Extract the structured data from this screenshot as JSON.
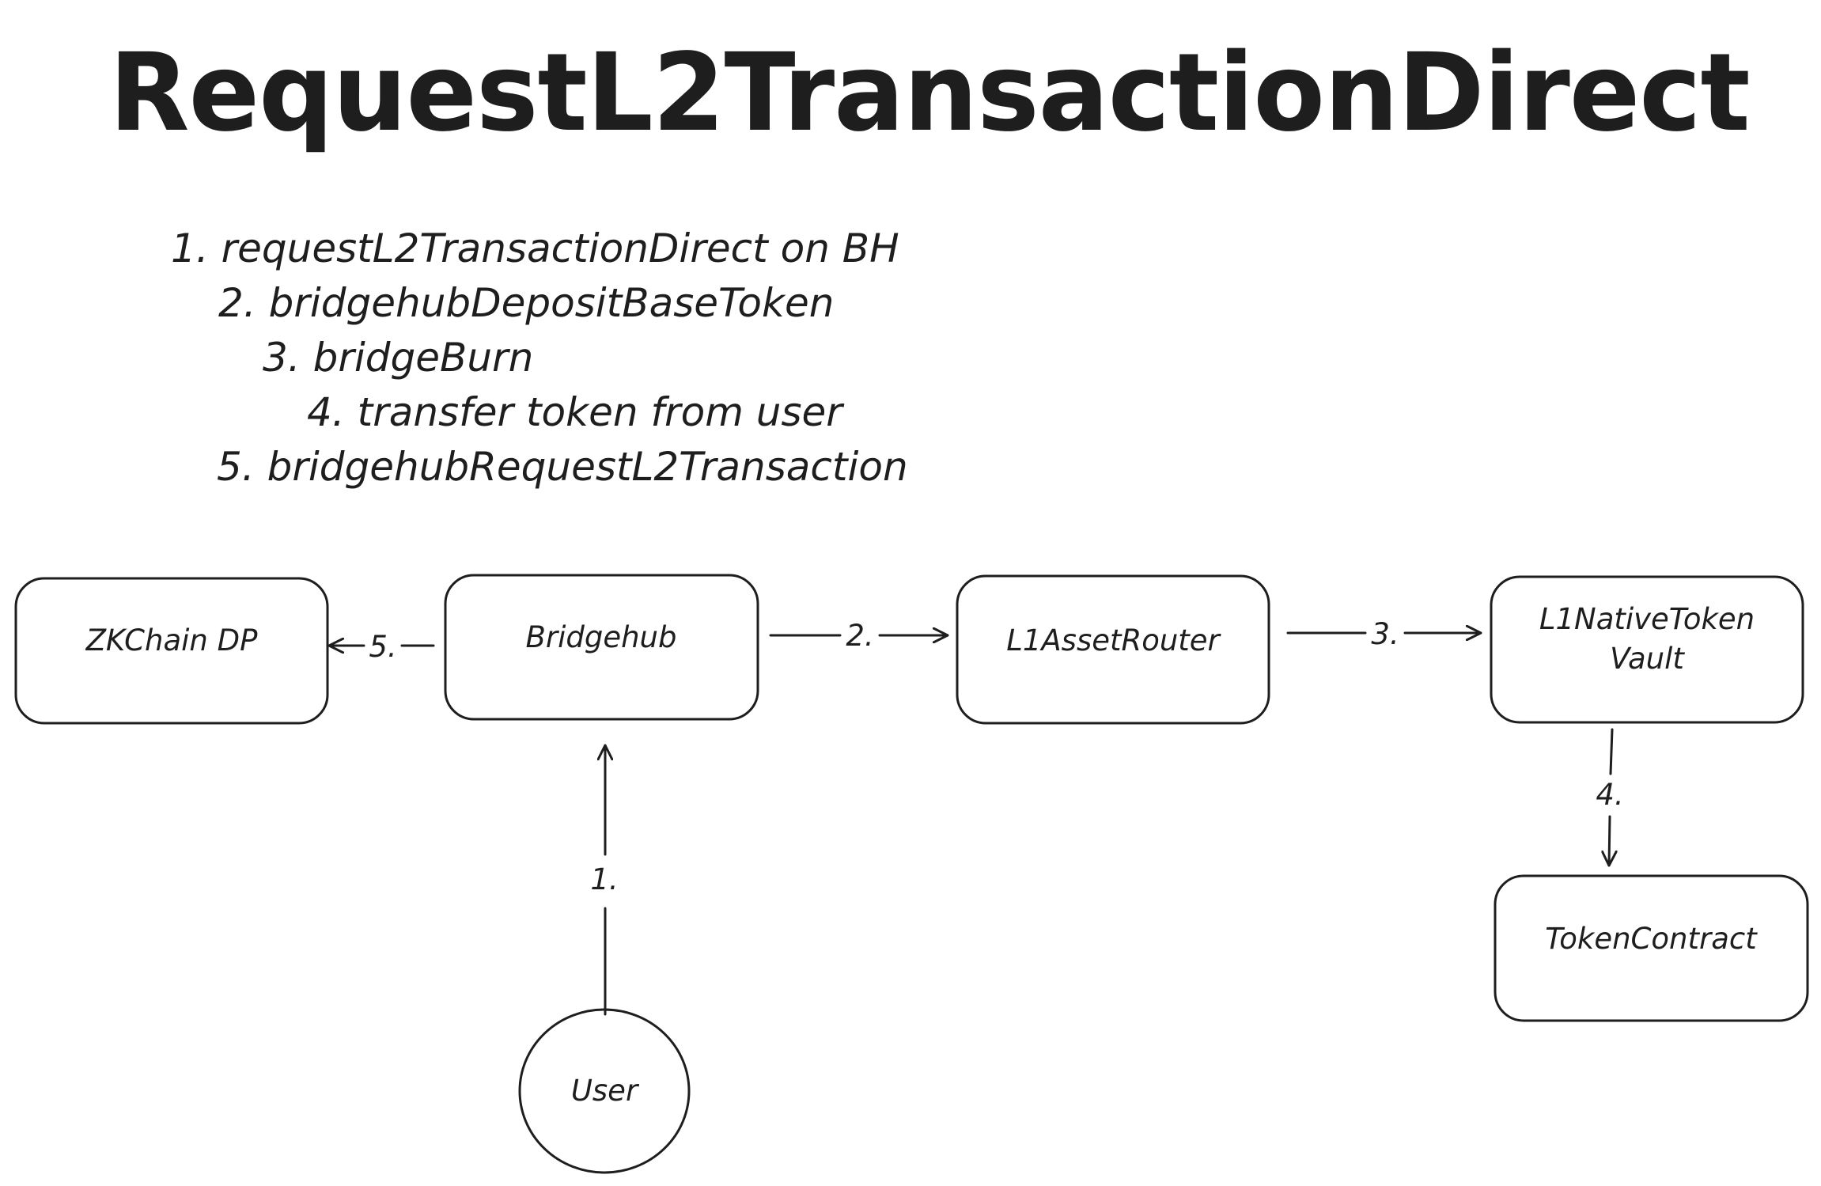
{
  "title": "RequestL2TransactionDirect",
  "steps": [
    "1. requestL2TransactionDirect on BH",
    "2. bridgehubDepositBaseToken",
    "3. bridgeBurn",
    "4. transfer token from user",
    "5. bridgehubRequestL2Transaction"
  ],
  "nodes": {
    "zkchain": "ZKChain DP",
    "bridgehub": "Bridgehub",
    "router": "L1AssetRouter",
    "vault_line1": "L1NativeToken",
    "vault_line2": "Vault",
    "token": "TokenContract",
    "user": "User"
  },
  "edges": {
    "e1": "1.",
    "e2": "2.",
    "e3": "3.",
    "e4": "4.",
    "e5": "5."
  },
  "colors": {
    "stroke": "#1e1e1e",
    "background": "#ffffff"
  }
}
